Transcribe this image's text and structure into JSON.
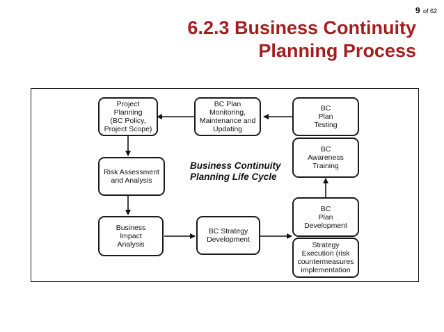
{
  "slide": {
    "page_current": "9",
    "page_total": "of 62",
    "title_line1": "6.2.3 Business Continuity",
    "title_line2": "Planning Process"
  },
  "diagram": {
    "center_label": "Business Continuity\nPlanning Life Cycle",
    "nodes": {
      "project_planning": "Project Planning\n(BC Policy,\nProject Scope)",
      "plan_monitoring": "BC Plan Monitoring,\nMaintenance and\nUpdating",
      "plan_testing": "BC\nPlan\nTesting",
      "awareness_training": "BC\nAwareness\nTraining",
      "risk_assessment": "Risk Assessment\nand Analysis",
      "business_impact": "Business\nImpact\nAnalysis",
      "strategy_development": "BC Strategy\nDevelopment",
      "plan_development": "BC\nPlan\nDevelopment",
      "strategy_execution": "Strategy\nExecution (risk\ncountermeasures\nimplementation"
    }
  }
}
